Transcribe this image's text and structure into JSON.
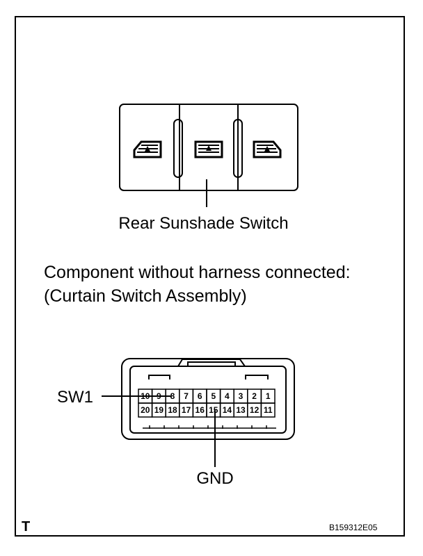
{
  "switch": {
    "label": "Rear Sunshade Switch",
    "buttons": [
      "left-button",
      "center-button",
      "right-button"
    ]
  },
  "component": {
    "line1": "Component without harness connected:",
    "line2": "(Curtain Switch Assembly)"
  },
  "connector": {
    "top_row": [
      "10",
      "9",
      "8",
      "7",
      "6",
      "5",
      "4",
      "3",
      "2",
      "1"
    ],
    "bottom_row": [
      "20",
      "19",
      "18",
      "17",
      "16",
      "15",
      "14",
      "13",
      "12",
      "11"
    ],
    "sw1_label": "SW1",
    "sw1_pin": "8",
    "gnd_label": "GND",
    "gnd_pin": "15"
  },
  "corner_mark": "T",
  "figure_code": "B159312E05"
}
